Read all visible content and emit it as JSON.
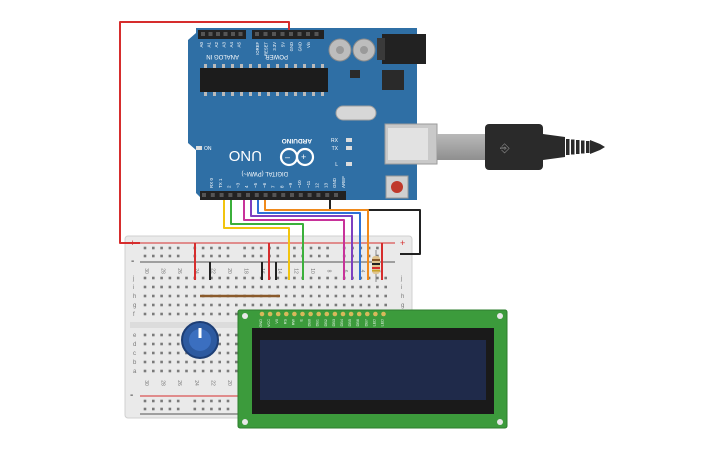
{
  "arduino": {
    "brand": "ARDUINO",
    "model": "UNO",
    "power_header_label": "POWER",
    "analog_header_label": "ANALOG IN",
    "digital_header_label": "DIGITAL (PWM~)",
    "analog_pins": [
      "A0",
      "A1",
      "A2",
      "A3",
      "A4",
      "A5"
    ],
    "power_pins": [
      "IOREF",
      "RESET",
      "3.3V",
      "5V",
      "GND",
      "GND",
      "Vin"
    ],
    "digital_pins": [
      "AREF",
      "GND",
      "13",
      "12",
      "~11",
      "~10",
      "~9",
      "8",
      "7",
      "~6",
      "~5",
      "4",
      "~3",
      "2",
      "TX 1",
      "RX 0"
    ],
    "led_labels": [
      "ON",
      "L",
      "TX",
      "RX"
    ],
    "board_color": "#2f6fa5"
  },
  "breadboard": {
    "row_letters_top": [
      "j",
      "i",
      "h",
      "g",
      "f"
    ],
    "row_letters_bottom": [
      "e",
      "d",
      "c",
      "b",
      "a"
    ],
    "column_numbers": [
      "30",
      "29",
      "28",
      "27",
      "26",
      "25",
      "24",
      "23",
      "22",
      "21",
      "20",
      "19",
      "18",
      "17",
      "16",
      "15",
      "14",
      "13",
      "12",
      "11",
      "10",
      "9",
      "8",
      "7",
      "6",
      "5",
      "4",
      "3",
      "2",
      "1"
    ],
    "rail_plus": "+",
    "rail_minus": "-"
  },
  "lcd": {
    "pin_labels": [
      "GND",
      "VCC",
      "V0",
      "RS",
      "RW",
      "E",
      "DB0",
      "DB1",
      "DB2",
      "DB3",
      "DB4",
      "DB5",
      "DB6",
      "DB7",
      "LED",
      "LED"
    ],
    "pcb_color": "#3c9b3c",
    "screen_color": "#1f2a4a"
  },
  "potentiometer": {
    "knob_color": "#2d5aa0"
  },
  "usb_cable": {
    "plug_color": "#2a2a2a"
  },
  "wires": {
    "colors": {
      "red": "#d62d2d",
      "black": "#222222",
      "yellow": "#f2c40f",
      "green": "#3bb03b",
      "magenta": "#c8329a",
      "purple": "#7d3fc0",
      "blue": "#2f6fd6",
      "orange": "#f08a1c",
      "brown": "#8a5a2b"
    }
  }
}
